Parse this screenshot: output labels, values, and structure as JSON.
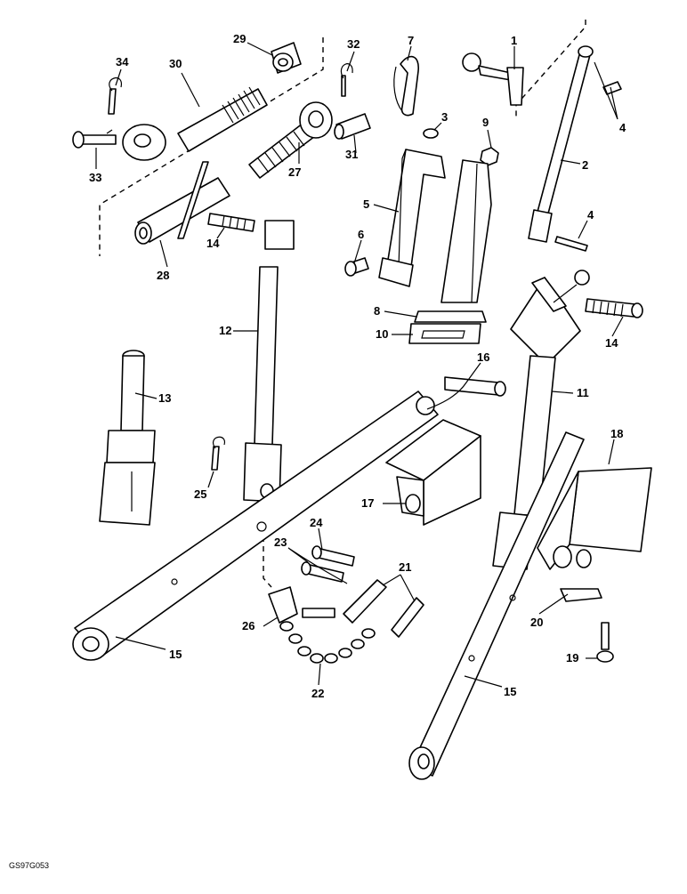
{
  "figure": {
    "reference_code": "GS97G053",
    "callouts": [
      {
        "id": "callout-1",
        "text": "1"
      },
      {
        "id": "callout-2",
        "text": "2"
      },
      {
        "id": "callout-3",
        "text": "3"
      },
      {
        "id": "callout-4a",
        "text": "4"
      },
      {
        "id": "callout-4b",
        "text": "4"
      },
      {
        "id": "callout-5",
        "text": "5"
      },
      {
        "id": "callout-6",
        "text": "6"
      },
      {
        "id": "callout-7",
        "text": "7"
      },
      {
        "id": "callout-8",
        "text": "8"
      },
      {
        "id": "callout-9",
        "text": "9"
      },
      {
        "id": "callout-10",
        "text": "10"
      },
      {
        "id": "callout-11",
        "text": "11"
      },
      {
        "id": "callout-12",
        "text": "12"
      },
      {
        "id": "callout-13",
        "text": "13"
      },
      {
        "id": "callout-14a",
        "text": "14"
      },
      {
        "id": "callout-14b",
        "text": "14"
      },
      {
        "id": "callout-15a",
        "text": "15"
      },
      {
        "id": "callout-15b",
        "text": "15"
      },
      {
        "id": "callout-16",
        "text": "16"
      },
      {
        "id": "callout-17",
        "text": "17"
      },
      {
        "id": "callout-18",
        "text": "18"
      },
      {
        "id": "callout-19",
        "text": "19"
      },
      {
        "id": "callout-20",
        "text": "20"
      },
      {
        "id": "callout-21",
        "text": "21"
      },
      {
        "id": "callout-22",
        "text": "22"
      },
      {
        "id": "callout-23",
        "text": "23"
      },
      {
        "id": "callout-24",
        "text": "24"
      },
      {
        "id": "callout-25",
        "text": "25"
      },
      {
        "id": "callout-26",
        "text": "26"
      },
      {
        "id": "callout-27",
        "text": "27"
      },
      {
        "id": "callout-28",
        "text": "28"
      },
      {
        "id": "callout-29",
        "text": "29"
      },
      {
        "id": "callout-30",
        "text": "30"
      },
      {
        "id": "callout-31",
        "text": "31"
      },
      {
        "id": "callout-32",
        "text": "32"
      },
      {
        "id": "callout-33",
        "text": "33"
      },
      {
        "id": "callout-34",
        "text": "34"
      }
    ]
  }
}
